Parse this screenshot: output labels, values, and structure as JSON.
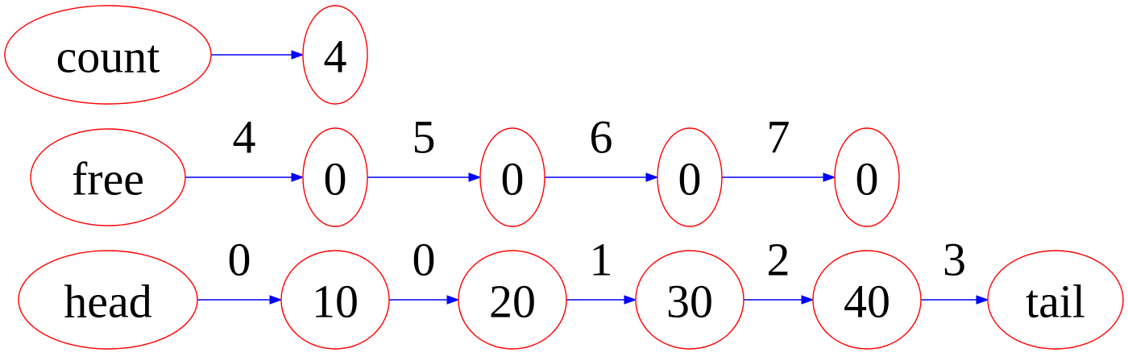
{
  "colors": {
    "node_border": "#ff0000",
    "edge": "#0000ff",
    "text": "#000000",
    "background": "#ffffff"
  },
  "rows": [
    {
      "nodes": [
        "count",
        "4"
      ],
      "edge_labels": [
        ""
      ]
    },
    {
      "nodes": [
        "free",
        "0",
        "0",
        "0",
        "0"
      ],
      "edge_labels": [
        "4",
        "5",
        "6",
        "7"
      ]
    },
    {
      "nodes": [
        "head",
        "10",
        "20",
        "30",
        "40",
        "tail"
      ],
      "edge_labels": [
        "0",
        "0",
        "1",
        "2",
        "3"
      ]
    }
  ]
}
